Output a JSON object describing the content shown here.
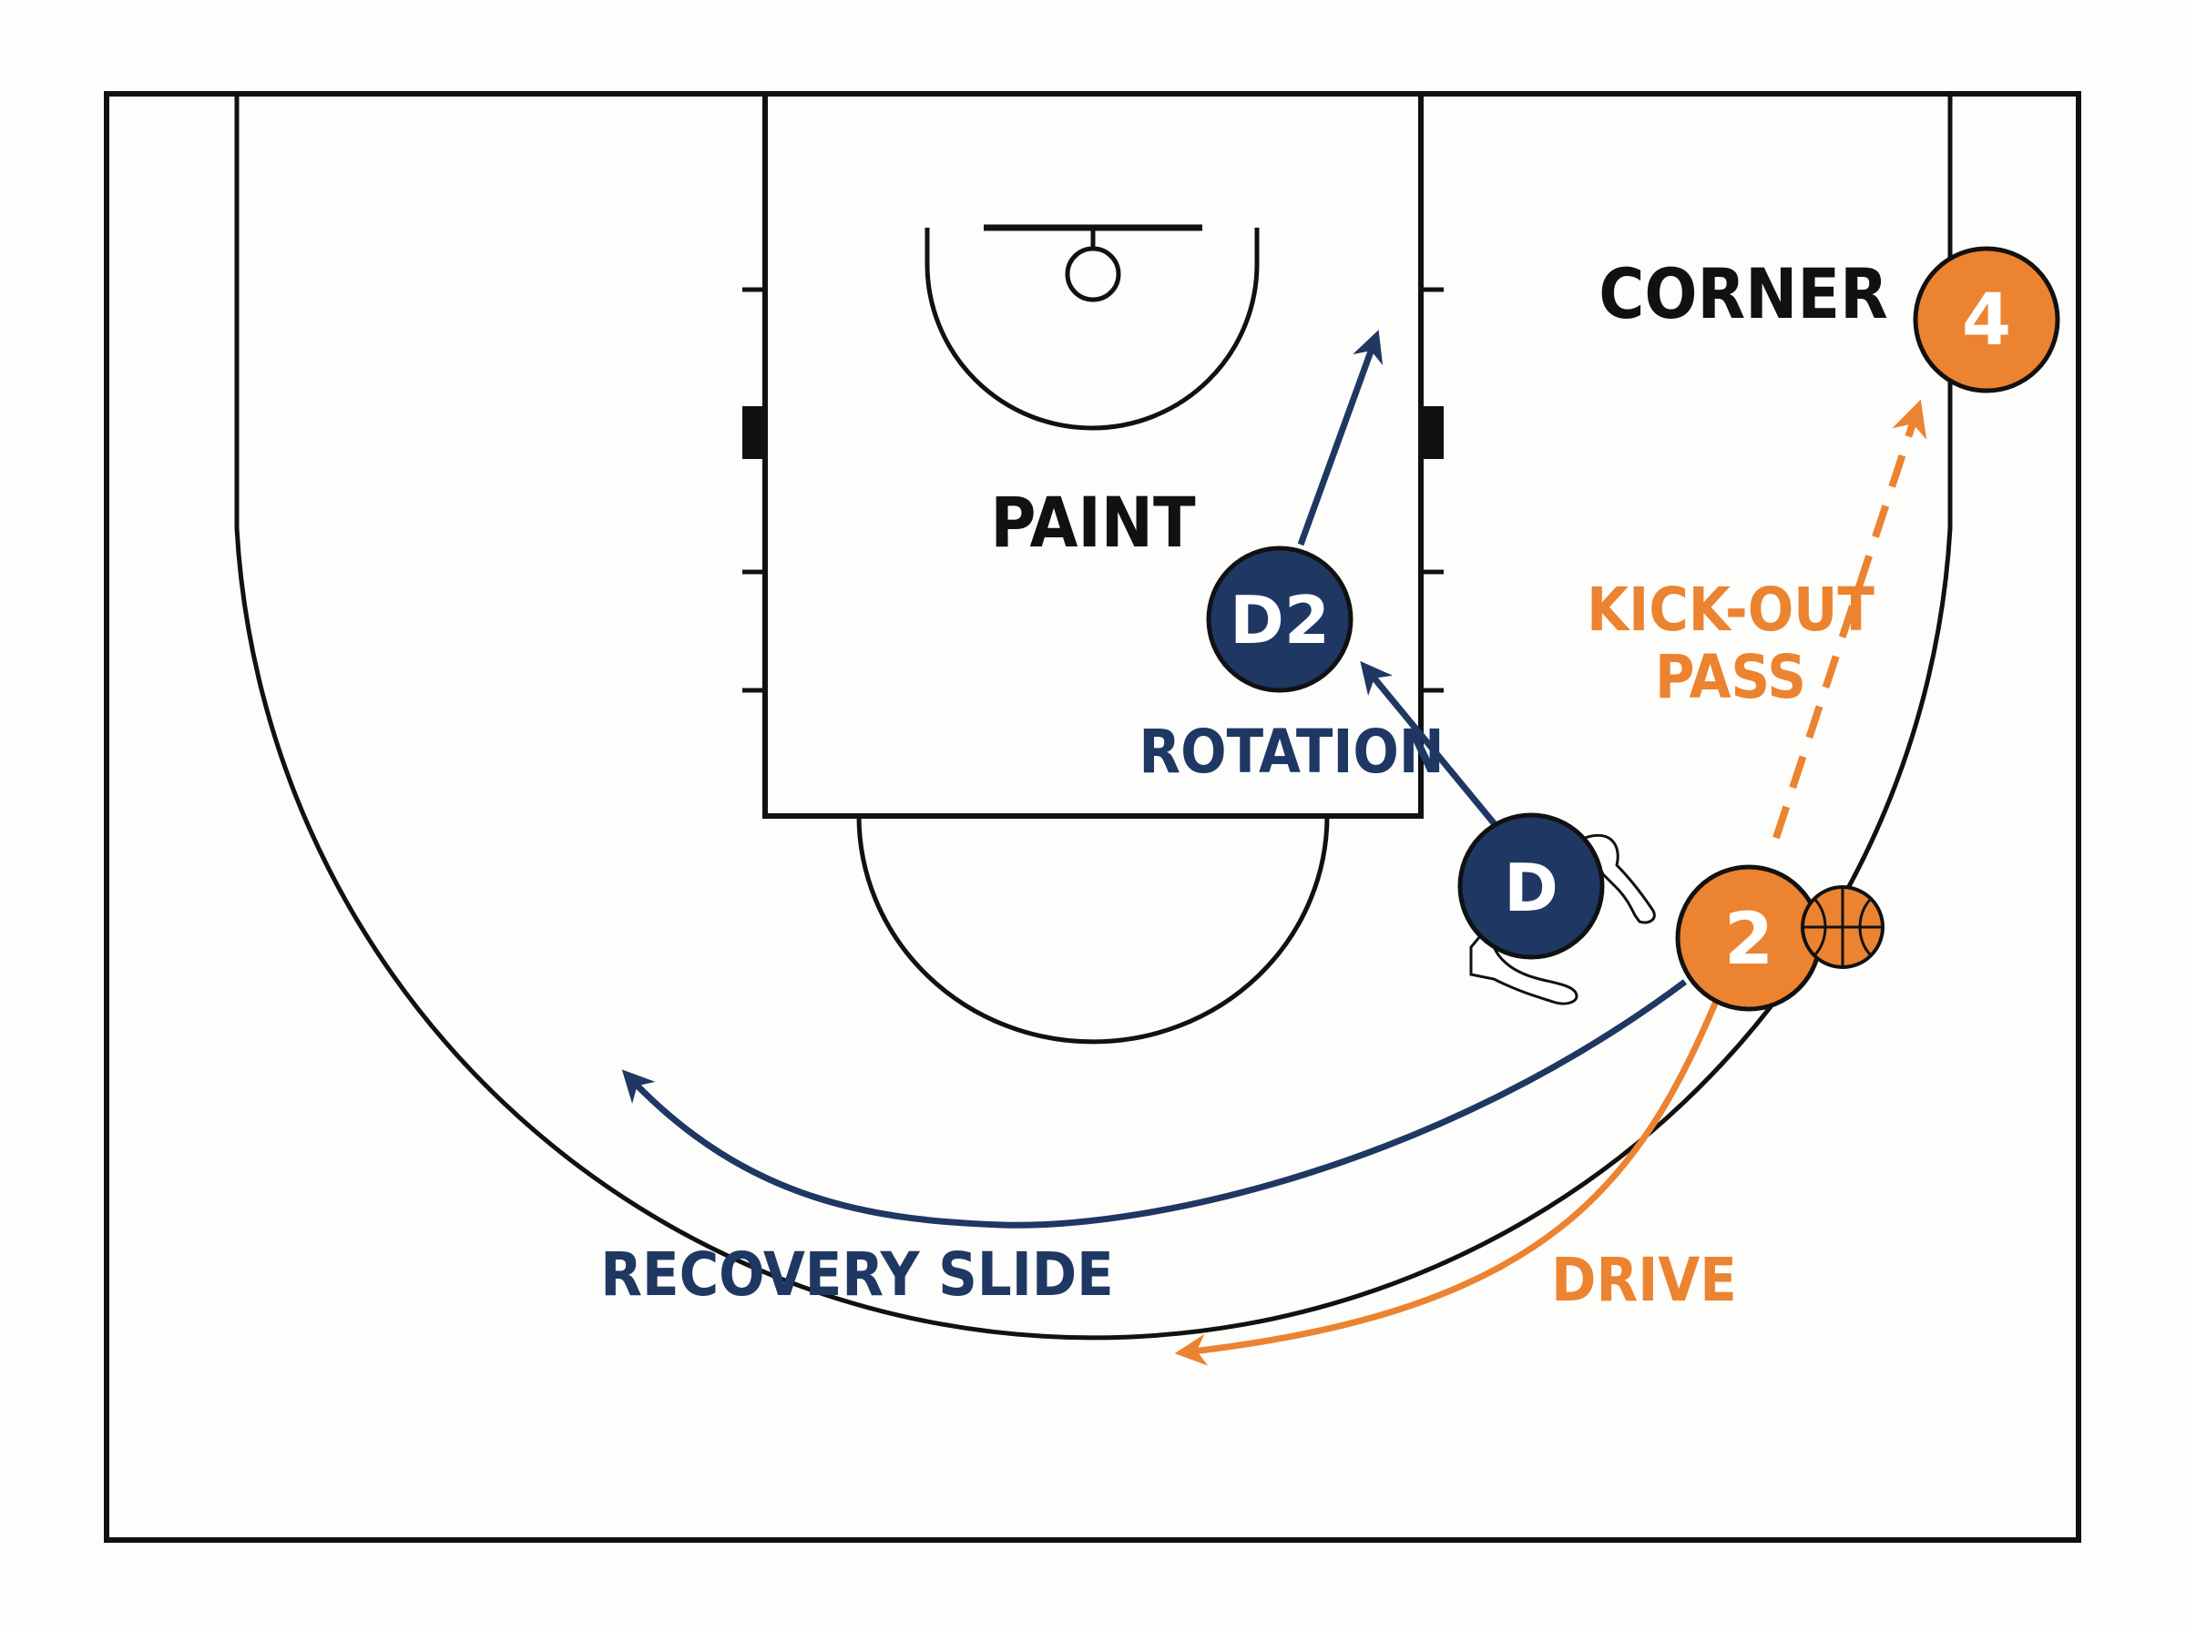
{
  "colors": {
    "court_line": "#111111",
    "court_bg": "#fdfdfb",
    "navy": "#1f3763",
    "orange": "#ec8330",
    "white": "#ffffff"
  },
  "labels": {
    "paint": "PAINT",
    "corner": "CORNER",
    "kickout_line1": "KICK-OUT",
    "kickout_line2": "PASS",
    "rotation": "ROTATION",
    "recovery_slide": "RECOVERY SLIDE",
    "drive": "DRIVE"
  },
  "players": {
    "d2": "D2",
    "d": "D",
    "p2": "2",
    "p4": "4"
  },
  "icons": {
    "ball": "basketball-icon",
    "defender_arms": "defender-arms-icon"
  }
}
